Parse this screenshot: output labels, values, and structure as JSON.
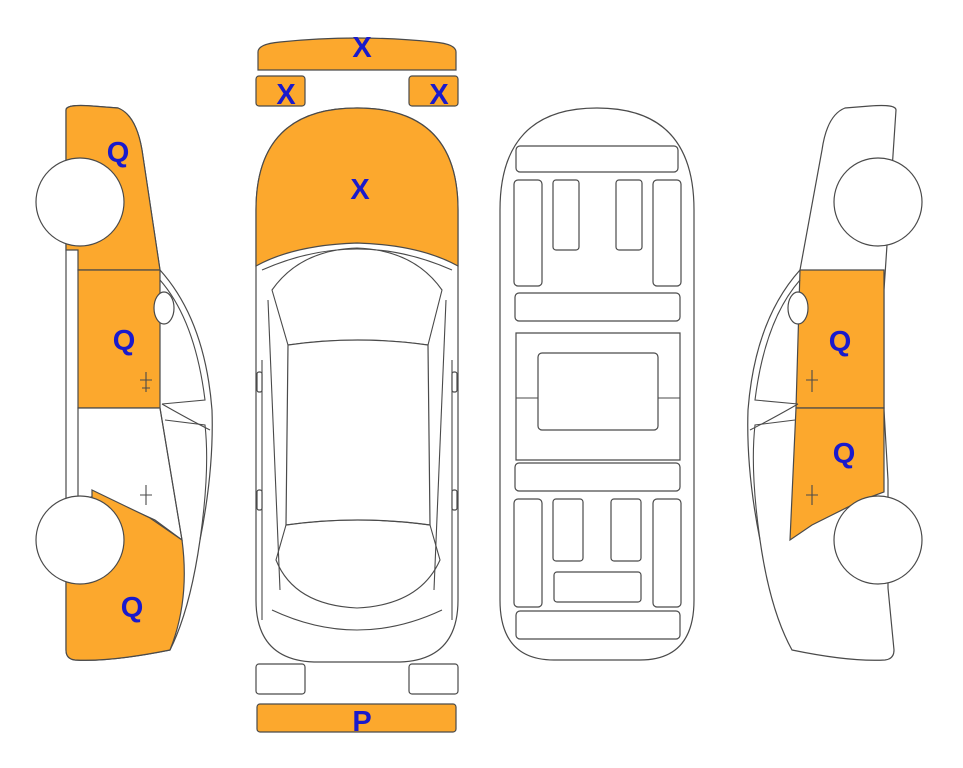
{
  "colors": {
    "damage_fill": "#FCA82D",
    "code_text": "#1A1ACC",
    "outline": "#4a4a4a"
  },
  "markers": {
    "roof_bar": "X",
    "front_left_small": "X",
    "front_right_small": "X",
    "hood": "X",
    "left_front_fender": "Q",
    "left_front_door": "Q",
    "left_rear_quarter": "Q",
    "right_front_door": "Q",
    "right_rear_door": "Q",
    "rear_bumper": "P"
  }
}
